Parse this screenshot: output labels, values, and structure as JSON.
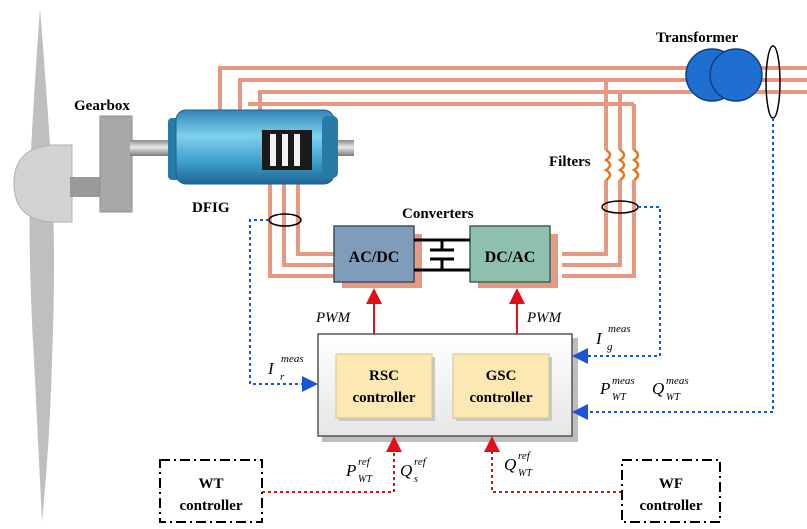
{
  "labels": {
    "gearbox": "Gearbox",
    "dfig": "DFIG",
    "transformer": "Transformer",
    "filters": "Filters",
    "converters": "Converters",
    "acdc": "AC/DC",
    "dcac": "DC/AC",
    "pwm_left": "PWM",
    "pwm_right": "PWM",
    "rsc_line1": "RSC",
    "rsc_line2": "controller",
    "gsc_line1": "GSC",
    "gsc_line2": "controller",
    "wt_line1": "WT",
    "wt_line2": "controller",
    "wf_line1": "WF",
    "wf_line2": "controller"
  },
  "signals": {
    "ir": {
      "base": "I",
      "sup": "meas",
      "sub": "r"
    },
    "ig": {
      "base": "I",
      "sup": "meas",
      "sub": "g"
    },
    "pwt_meas": {
      "base": "P",
      "sup": "meas",
      "sub": "WT"
    },
    "qwt_meas": {
      "base": "Q",
      "sup": "meas",
      "sub": "WT"
    },
    "pwt_ref": {
      "base": "P",
      "sup": "ref",
      "sub": "WT"
    },
    "qs_ref": {
      "base": "Q",
      "sup": "ref",
      "sub": "s"
    },
    "qwt_ref": {
      "base": "Q",
      "sup": "ref",
      "sub": "WT"
    }
  },
  "colors": {
    "cable": "#e69880",
    "acdc_fill": "#7f9db9",
    "dcac_fill": "#8fbfae",
    "controller_fill": "#fbe8b3",
    "transformer": "#1f6fd1",
    "generator": "#4aa8cc",
    "blue_signal": "#1a55d6",
    "red_signal": "#e0101a",
    "coil": "#e07820"
  }
}
